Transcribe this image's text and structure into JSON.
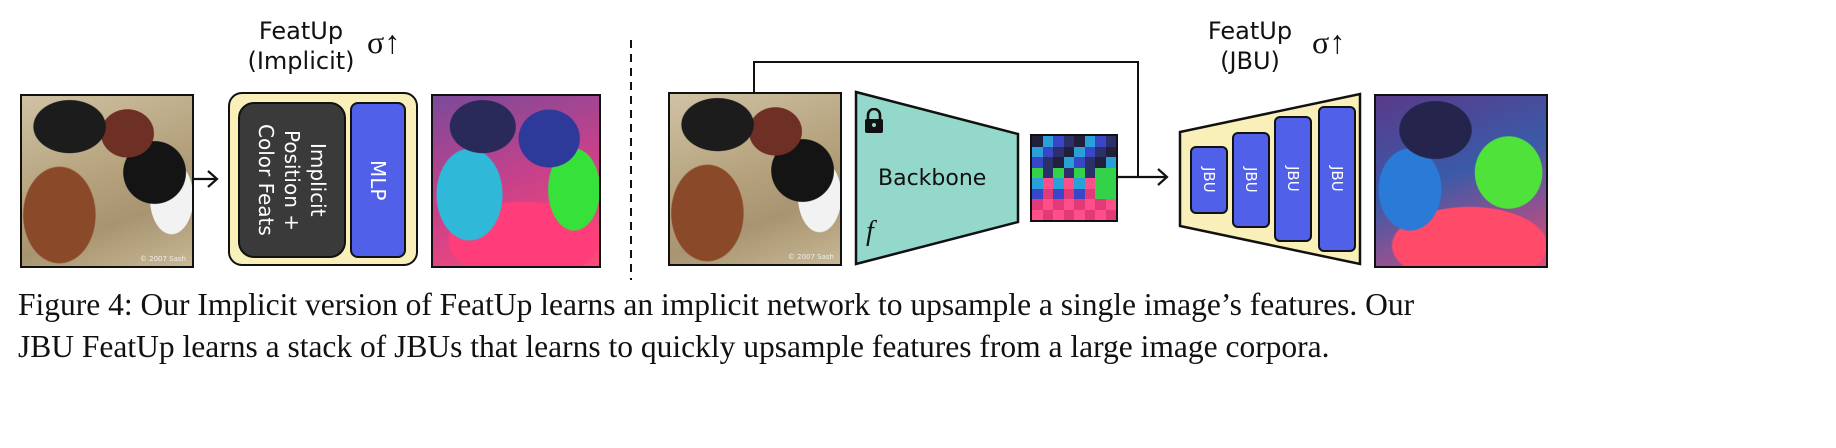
{
  "left_panel": {
    "featup_title_line1": "FeatUp",
    "featup_title_line2": "(Implicit)",
    "sigma": "σ↑",
    "implicit_block_label": "Implicit Position + Color Feats",
    "mlp_label": "MLP",
    "photo_credit": "© 2007 Sash"
  },
  "right_panel": {
    "backbone_label": "Backbone",
    "backbone_function": "f",
    "featup_title_line1": "FeatUp",
    "featup_title_line2": "(JBU)",
    "sigma": "σ↑",
    "jbu_labels": [
      "JBU",
      "JBU",
      "JBU",
      "JBU"
    ],
    "photo_credit": "© 2007 Sash"
  },
  "caption": {
    "line1": "Figure 4: Our Implicit version of FeatUp learns an implicit network to upsample a single image’s features. Our",
    "line2": "JBU FeatUp learns a stack of JBUs that learns to quickly upsample features from a large image corpora."
  },
  "colors": {
    "frame_yellow": "#f8f0b8",
    "mlp_blue": "#5060e8",
    "implicit_dark": "#3a3a3a",
    "backbone_teal": "#93d8ca"
  },
  "icons": [
    "lock-icon",
    "arrow-right-icon"
  ]
}
